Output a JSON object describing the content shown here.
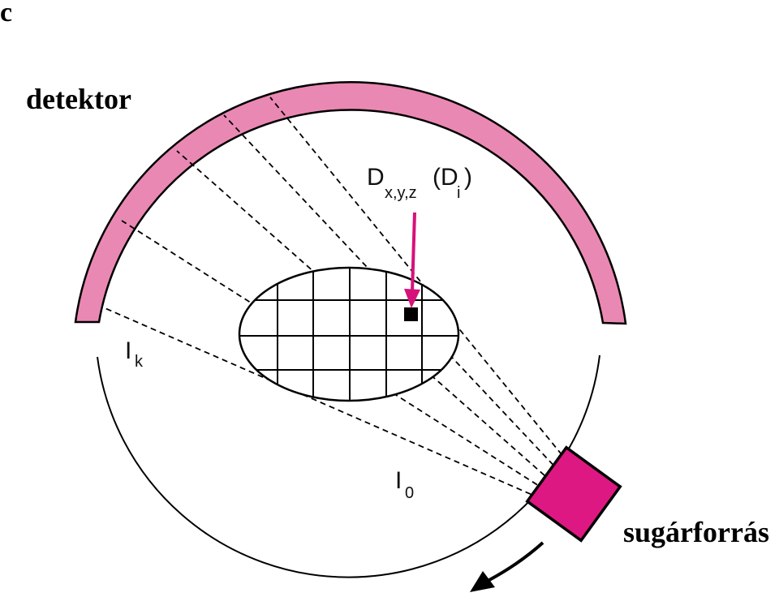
{
  "panel_letter": "c",
  "labels": {
    "detector": "detektor",
    "source": "sugárforrás",
    "voxel_main": "D",
    "voxel_sub": "x,y,z",
    "voxel_alt_open": "(D",
    "voxel_alt_sub": "i",
    "voxel_alt_close": ")",
    "intensity_out_main": "I",
    "intensity_out_sub": "k",
    "intensity_in_main": "I",
    "intensity_in_sub": "0"
  },
  "colors": {
    "detector_fill": "#ea88b4",
    "source_fill": "#de1882",
    "arrow": "#d6127a",
    "ink": "#000000"
  }
}
